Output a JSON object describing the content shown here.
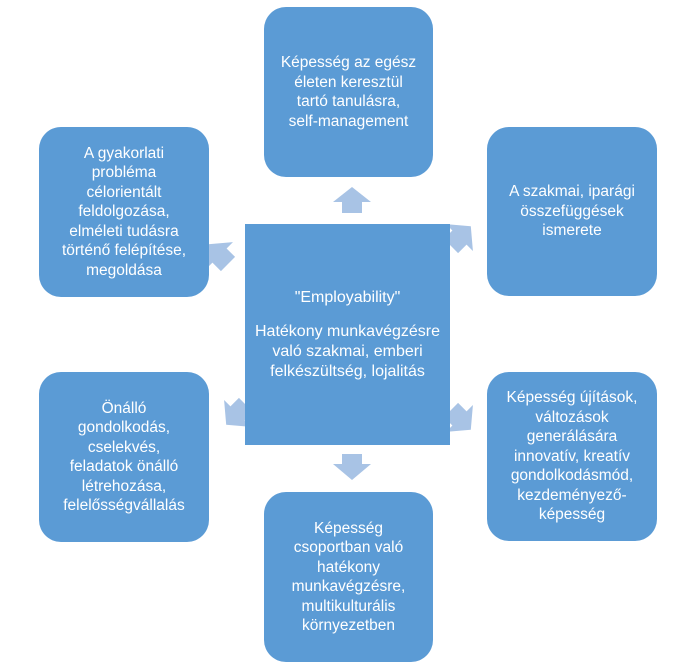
{
  "colors": {
    "box_fill": "#5b9bd5",
    "arrow_fill": "#a8c3e5",
    "text": "#ffffff"
  },
  "center": {
    "title": "\"Employability\"",
    "lines": [
      "Hatékony munkavégzésre",
      "való szakmai, emberi",
      "felkészültség, lojalitás"
    ]
  },
  "nodes": {
    "top": {
      "lines": [
        "Képesség az egész",
        "életen keresztül",
        "tartó tanulásra,",
        "self-management"
      ]
    },
    "tl": {
      "lines": [
        "A gyakorlati",
        "probléma",
        "célorientált",
        "feldolgozása,",
        "elméleti tudásra",
        "történő felépítése,",
        "megoldása"
      ]
    },
    "tr": {
      "lines": [
        "A szakmai, iparági",
        "összefüggések",
        "ismerete"
      ]
    },
    "bl": {
      "lines": [
        "Önálló",
        "gondolkodás,",
        "cselekvés,",
        "feladatok önálló",
        "létrehozása,",
        "felelősségvállalás"
      ]
    },
    "br": {
      "lines": [
        "Képesség újítások,",
        "változások",
        "generálására",
        "innovatív, kreatív",
        "gondolkodásmód,",
        "kezdeményező-",
        "képesség"
      ]
    },
    "bottom": {
      "lines": [
        "Képesség",
        "csoportban való",
        "hatékony",
        "munkavégzésre,",
        "multikulturális",
        "környezetben"
      ]
    }
  }
}
